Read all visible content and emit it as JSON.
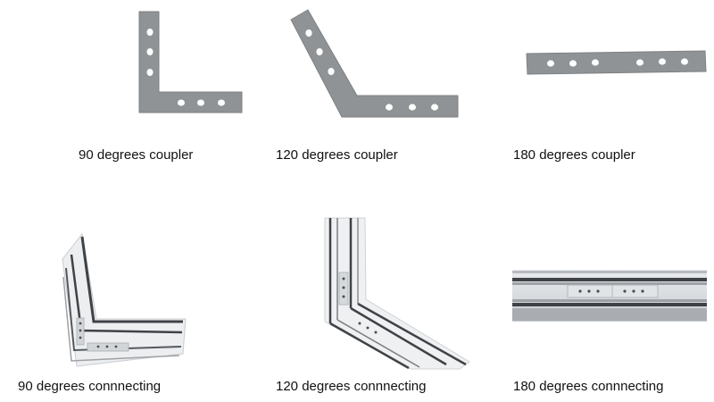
{
  "couplers": [
    {
      "caption": "90 degrees coupler"
    },
    {
      "caption": "120 degrees coupler"
    },
    {
      "caption": "180 degrees coupler"
    }
  ],
  "connecting": [
    {
      "caption": "90 degrees connnecting"
    },
    {
      "caption": "120 degrees connnecting"
    },
    {
      "caption": "180 degrees connnecting"
    }
  ],
  "colors": {
    "plate": "#8f9396",
    "plate_edge": "#7d8184",
    "hole": "#ffffff",
    "rail_light": "#f3f4f5",
    "rail_mid": "#d4d7da",
    "rail_dark": "#3f4246",
    "rail_shadow": "#9ea2a6"
  }
}
